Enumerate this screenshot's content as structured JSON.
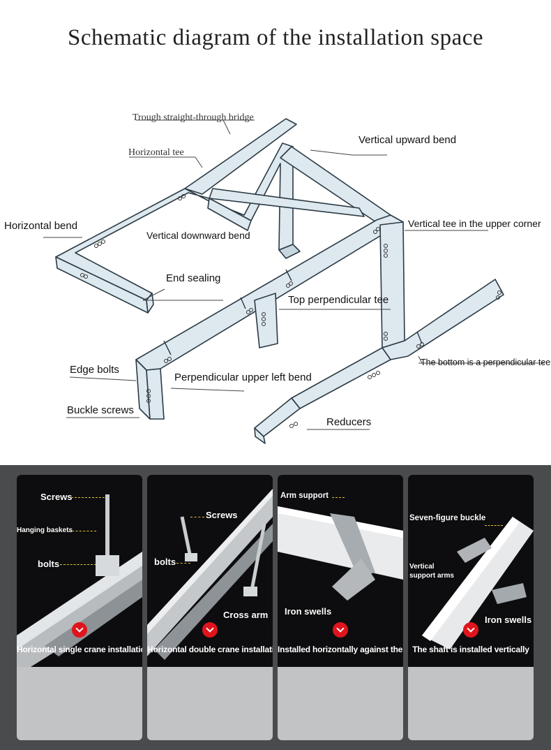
{
  "title": "Schematic diagram of the installation space",
  "diagram": {
    "labels": {
      "trough": "Trough straight-through bridge",
      "htee": "Horizontal tee",
      "vup": "Vertical upward bend",
      "hbend": "Horizontal bend",
      "vdown": "Vertical downward bend",
      "vtee_upper": "Vertical tee in the upper corner",
      "end_sealing": "End sealing",
      "top_perp_tee": "Top perpendicular tee",
      "edge_bolts": "Edge bolts",
      "perp_upper_left": "Perpendicular upper left bend",
      "bottom_perp_tee": "The bottom is a perpendicular tee",
      "buckle_screws": "Buckle screws",
      "reducers": "Reducers"
    }
  },
  "panels": [
    {
      "caption": "Horizontal single crane installation",
      "annotations": {
        "a": "Screws",
        "b": "Hanging baskets",
        "c": "bolts"
      }
    },
    {
      "caption": "Horizontal double crane installation",
      "annotations": {
        "a": "Screws",
        "b": "bolts",
        "c": "Cross arm"
      }
    },
    {
      "caption": "Installed horizontally against the wall",
      "annotations": {
        "a": "Arm support",
        "b": "Iron swells"
      }
    },
    {
      "caption": "The shaft is installed vertically",
      "annotations": {
        "a": "Seven-figure buckle",
        "b": "Vertical support arms",
        "c": "Iron swells"
      }
    }
  ],
  "colors": {
    "band": "#4a4b4d",
    "photo_bg": "#0d0d0f",
    "accent": "#e0141c",
    "dash": "#e4c23a"
  }
}
